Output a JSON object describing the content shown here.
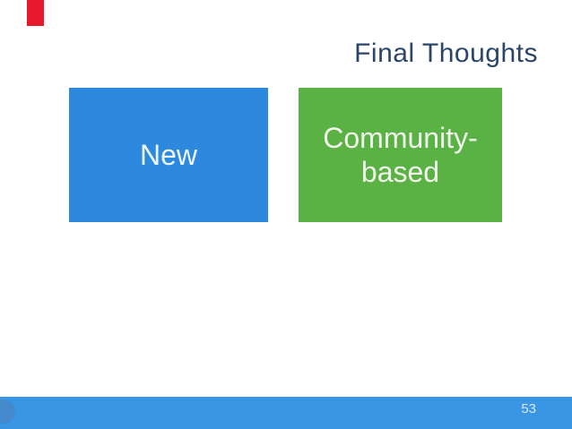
{
  "slide": {
    "title": "Final Thoughts",
    "background": "#ffffff",
    "title_color": "#2b4569",
    "red_marker_color": "#e8192c"
  },
  "cards": [
    {
      "label": "New",
      "bg": "#2d89dd",
      "text_color": "#eef6fc"
    },
    {
      "label": "Community-based",
      "bg": "#5ab244",
      "text_color": "#f2f5ee"
    }
  ],
  "footer": {
    "page_number": "53",
    "bar_color": "#3996e4",
    "circle_color": "#4589cd",
    "page_number_color": "#d9e8f6"
  }
}
